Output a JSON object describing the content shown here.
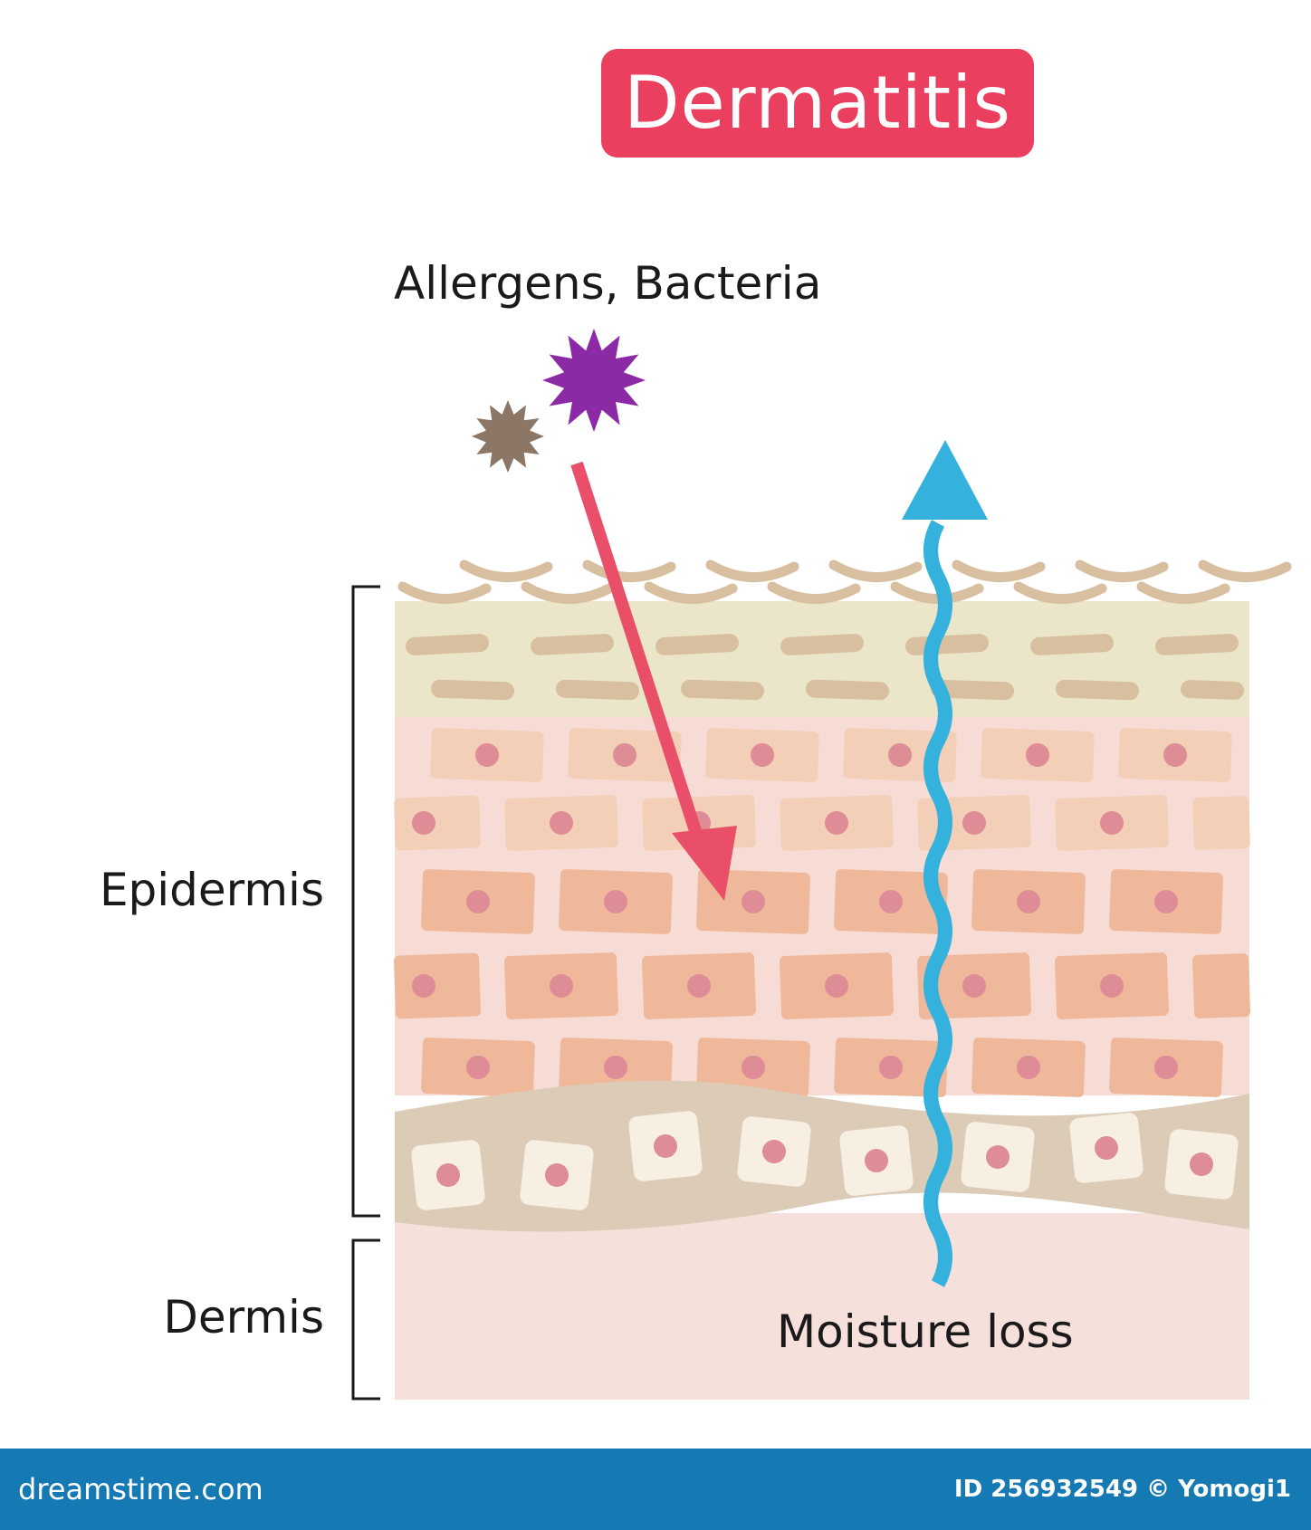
{
  "title": "Dermatitis",
  "labels": {
    "allergens": "Allergens, Bacteria",
    "epidermis": "Epidermis",
    "dermis": "Dermis",
    "moisture": "Moisture loss"
  },
  "footer": {
    "brand": "dreamstime.com",
    "credit": "ID 256932549 © Yomogi1"
  },
  "colors": {
    "accent": "#ea3f5e",
    "moisture_arrow": "#35b1dd",
    "allergen_arrow": "#ea4f6a",
    "allergen_large": "#8c2aa6",
    "allergen_small": "#8c7666",
    "stratum_corneum": "#ebe5c9",
    "corneum_cells": "#d8bfa0",
    "epidermis_bg": "#f7dcd5",
    "dermis_bg": "#f6e0dc",
    "basal_layer": "#dccbb7",
    "cell_light": "#f4cfb8",
    "cell_dark": "#f0b89b",
    "nucleus": "#de8d96",
    "footer": "#1579b3"
  }
}
